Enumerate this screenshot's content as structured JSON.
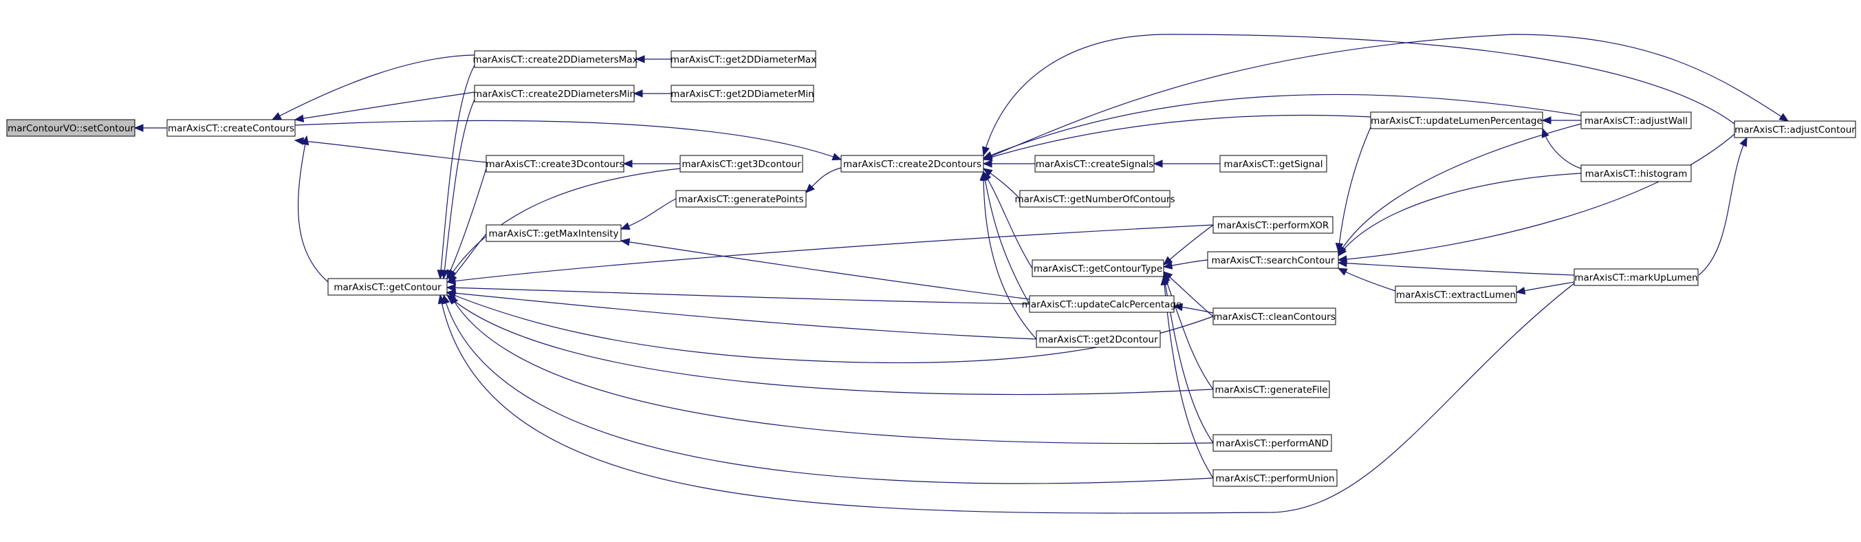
{
  "title": "",
  "nodes": [
    {
      "id": "n_setContour",
      "label": "marContourVO::setContour",
      "root": true
    },
    {
      "id": "n_createContours",
      "label": "marAxisCT::createContours"
    },
    {
      "id": "n_getContour",
      "label": "marAxisCT::getContour"
    },
    {
      "id": "n_create2DDiametersMax",
      "label": "marAxisCT::create2DDiametersMax"
    },
    {
      "id": "n_create2DDiametersMin",
      "label": "marAxisCT::create2DDiametersMin"
    },
    {
      "id": "n_create3Dcontours",
      "label": "marAxisCT::create3Dcontours"
    },
    {
      "id": "n_getMaxIntensity",
      "label": "marAxisCT::getMaxIntensity"
    },
    {
      "id": "n_get2DDiameterMax",
      "label": "marAxisCT::get2DDiameterMax"
    },
    {
      "id": "n_get2DDiameterMin",
      "label": "marAxisCT::get2DDiameterMin"
    },
    {
      "id": "n_get3Dcontour",
      "label": "marAxisCT::get3Dcontour"
    },
    {
      "id": "n_generatePoints",
      "label": "marAxisCT::generatePoints"
    },
    {
      "id": "n_create2Dcontours",
      "label": "marAxisCT::create2Dcontours"
    },
    {
      "id": "n_createSignals",
      "label": "marAxisCT::createSignals"
    },
    {
      "id": "n_getNumberOfContours",
      "label": "marAxisCT::getNumberOfContours"
    },
    {
      "id": "n_getContourType",
      "label": "marAxisCT::getContourType"
    },
    {
      "id": "n_updateCalcPercentage",
      "label": "marAxisCT::updateCalcPercentage"
    },
    {
      "id": "n_get2Dcontour",
      "label": "marAxisCT::get2Dcontour"
    },
    {
      "id": "n_getSignal",
      "label": "marAxisCT::getSignal"
    },
    {
      "id": "n_performXOR",
      "label": "marAxisCT::performXOR"
    },
    {
      "id": "n_searchContour",
      "label": "marAxisCT::searchContour"
    },
    {
      "id": "n_cleanContours",
      "label": "marAxisCT::cleanContours"
    },
    {
      "id": "n_generateFile",
      "label": "marAxisCT::generateFile"
    },
    {
      "id": "n_performAND",
      "label": "marAxisCT::performAND"
    },
    {
      "id": "n_performUnion",
      "label": "marAxisCT::performUnion"
    },
    {
      "id": "n_updateLumenPercentage",
      "label": "marAxisCT::updateLumenPercentage"
    },
    {
      "id": "n_extractLumen",
      "label": "marAxisCT::extractLumen"
    },
    {
      "id": "n_adjustWall",
      "label": "marAxisCT::adjustWall"
    },
    {
      "id": "n_histogram",
      "label": "marAxisCT::histogram"
    },
    {
      "id": "n_markUpLumen",
      "label": "marAxisCT::markUpLumen"
    },
    {
      "id": "n_adjustContour",
      "label": "marAxisCT::adjustContour"
    }
  ],
  "edges": [
    {
      "from": "n_createContours",
      "to": "n_setContour"
    },
    {
      "from": "n_create2DDiametersMax",
      "to": "n_createContours"
    },
    {
      "from": "n_create2DDiametersMin",
      "to": "n_createContours"
    },
    {
      "from": "n_create3Dcontours",
      "to": "n_createContours"
    },
    {
      "from": "n_getContour",
      "to": "n_createContours"
    },
    {
      "from": "n_createContours",
      "to": "n_create2Dcontours"
    },
    {
      "from": "n_get2DDiameterMax",
      "to": "n_create2DDiametersMax"
    },
    {
      "from": "n_get2DDiameterMin",
      "to": "n_create2DDiametersMin"
    },
    {
      "from": "n_get3Dcontour",
      "to": "n_create3Dcontours"
    },
    {
      "from": "n_generatePoints",
      "to": "n_getMaxIntensity"
    },
    {
      "from": "n_create2Dcontours",
      "to": "n_generatePoints"
    },
    {
      "from": "n_create2DDiametersMax",
      "to": "n_getContour"
    },
    {
      "from": "n_create2DDiametersMin",
      "to": "n_getContour"
    },
    {
      "from": "n_create3Dcontours",
      "to": "n_getContour"
    },
    {
      "from": "n_get3Dcontour",
      "to": "n_getContour"
    },
    {
      "from": "n_getMaxIntensity",
      "to": "n_getContour"
    },
    {
      "from": "n_performXOR",
      "to": "n_getContour"
    },
    {
      "from": "n_updateCalcPercentage",
      "to": "n_getContour"
    },
    {
      "from": "n_get2Dcontour",
      "to": "n_getContour"
    },
    {
      "from": "n_cleanContours",
      "to": "n_getContour"
    },
    {
      "from": "n_generateFile",
      "to": "n_getContour"
    },
    {
      "from": "n_performAND",
      "to": "n_getContour"
    },
    {
      "from": "n_performUnion",
      "to": "n_getContour"
    },
    {
      "from": "n_markUpLumen",
      "to": "n_getContour"
    },
    {
      "from": "n_updateCalcPercentage",
      "to": "n_getMaxIntensity"
    },
    {
      "from": "n_createSignals",
      "to": "n_create2Dcontours"
    },
    {
      "from": "n_getNumberOfContours",
      "to": "n_create2Dcontours"
    },
    {
      "from": "n_getContourType",
      "to": "n_create2Dcontours"
    },
    {
      "from": "n_updateCalcPercentage",
      "to": "n_create2Dcontours"
    },
    {
      "from": "n_get2Dcontour",
      "to": "n_create2Dcontours"
    },
    {
      "from": "n_updateLumenPercentage",
      "to": "n_create2Dcontours"
    },
    {
      "from": "n_adjustWall",
      "to": "n_create2Dcontours"
    },
    {
      "from": "n_adjustContour",
      "to": "n_create2Dcontours"
    },
    {
      "from": "n_getSignal",
      "to": "n_createSignals"
    },
    {
      "from": "n_performXOR",
      "to": "n_getContourType"
    },
    {
      "from": "n_searchContour",
      "to": "n_getContourType"
    },
    {
      "from": "n_cleanContours",
      "to": "n_getContourType"
    },
    {
      "from": "n_generateFile",
      "to": "n_getContourType"
    },
    {
      "from": "n_performAND",
      "to": "n_getContourType"
    },
    {
      "from": "n_performUnion",
      "to": "n_getContourType"
    },
    {
      "from": "n_cleanContours",
      "to": "n_updateCalcPercentage"
    },
    {
      "from": "n_adjustWall",
      "to": "n_updateLumenPercentage"
    },
    {
      "from": "n_histogram",
      "to": "n_updateLumenPercentage"
    },
    {
      "from": "n_updateLumenPercentage",
      "to": "n_searchContour"
    },
    {
      "from": "n_adjustWall",
      "to": "n_searchContour"
    },
    {
      "from": "n_histogram",
      "to": "n_searchContour"
    },
    {
      "from": "n_adjustContour",
      "to": "n_searchContour"
    },
    {
      "from": "n_markUpLumen",
      "to": "n_searchContour"
    },
    {
      "from": "n_extractLumen",
      "to": "n_searchContour"
    },
    {
      "from": "n_markUpLumen",
      "to": "n_extractLumen"
    },
    {
      "from": "n_create2Dcontours",
      "to": "n_adjustContour"
    },
    {
      "from": "n_markUpLumen",
      "to": "n_adjustContour"
    }
  ]
}
